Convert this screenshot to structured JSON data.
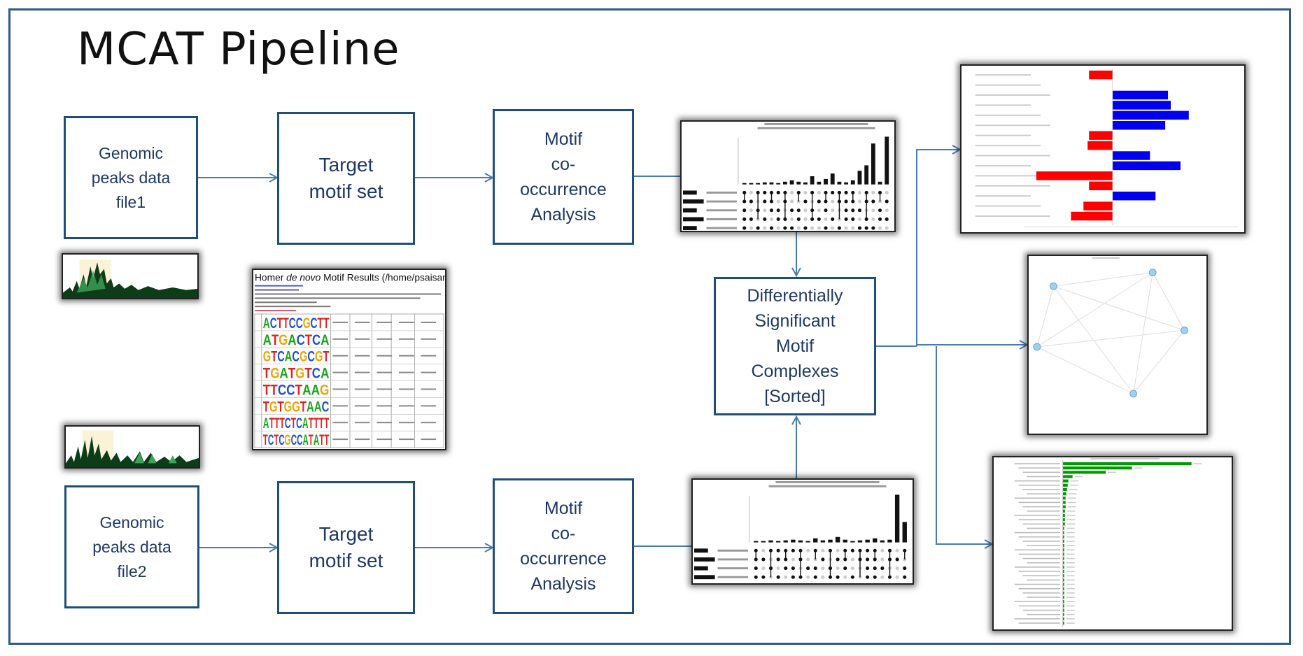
{
  "title": "MCAT Pipeline",
  "boxes": {
    "genomic1": "Genomic\npeaks data\nfile1",
    "target1": "Target\nmotif set",
    "cooc1": "Motif\nco-\noccurrence\nAnalysis",
    "genomic2": "Genomic\npeaks data\nfile2",
    "target2": "Target\nmotif set",
    "cooc2": "Motif\nco-\noccurrence\nAnalysis",
    "diff": "Differentially\nSignificant\nMotif\nComplexes\n[Sorted]"
  },
  "homer": {
    "title_prefix": "Homer ",
    "title_italic": "de novo",
    "title_suffix": " Motif Results (/home/psaisan/WW",
    "motifs": [
      "ACTTCCGCTT",
      "ATGACTCA",
      "GTCACGCGT",
      "TGATGTCA",
      "TTCCTAAG",
      "TGTGGTAAC",
      "ATTTCTCATTTT",
      "TCTCGCCATATT"
    ]
  },
  "colors": {
    "box_border": "#1f4e79",
    "box_text": "#1f3864",
    "arrow": "#4a7bb0",
    "bar_red": "#ff0000",
    "bar_blue": "#0000ee",
    "bar_green": "#009900"
  }
}
